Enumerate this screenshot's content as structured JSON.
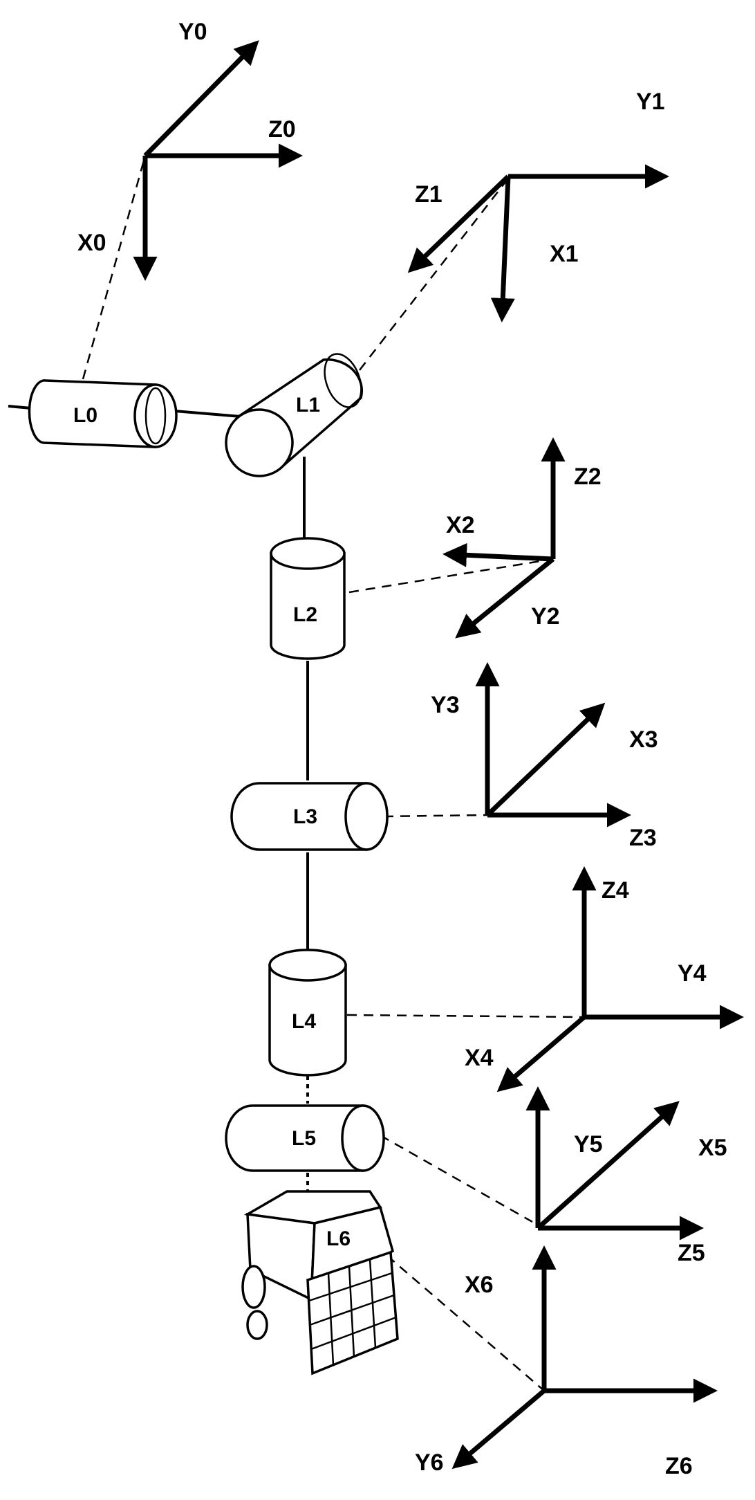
{
  "joints": [
    "L0",
    "L1",
    "L2",
    "L3",
    "L4",
    "L5",
    "L6"
  ],
  "frames": {
    "f0": {
      "x": "X0",
      "y": "Y0",
      "z": "Z0"
    },
    "f1": {
      "x": "X1",
      "y": "Y1",
      "z": "Z1"
    },
    "f2": {
      "x": "X2",
      "y": "Y2",
      "z": "Z2"
    },
    "f3": {
      "x": "X3",
      "y": "Y3",
      "z": "Z3"
    },
    "f4": {
      "x": "X4",
      "y": "Y4",
      "z": "Z4"
    },
    "f5": {
      "x": "X5",
      "y": "Y5",
      "z": "Z5"
    },
    "f6": {
      "x": "X6",
      "y": "Y6",
      "z": "Z6"
    }
  }
}
